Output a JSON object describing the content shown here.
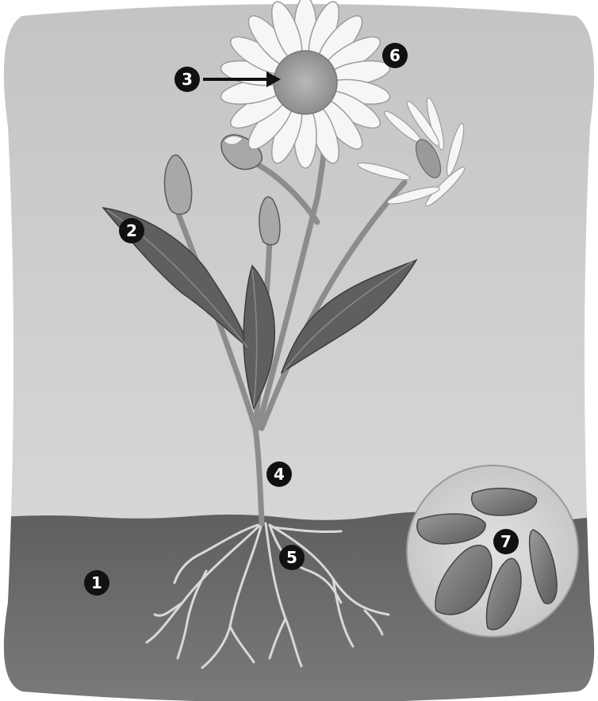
{
  "diagram": {
    "labels": [
      {
        "id": "soil",
        "number": "1"
      },
      {
        "id": "leaf",
        "number": "2"
      },
      {
        "id": "flower-center",
        "number": "3"
      },
      {
        "id": "stem",
        "number": "4"
      },
      {
        "id": "roots",
        "number": "5"
      },
      {
        "id": "flower-petals",
        "number": "6"
      },
      {
        "id": "seeds",
        "number": "7"
      }
    ]
  },
  "colors": {
    "sky": "#cfcfcf",
    "soil": "#6b6b6b",
    "stem": "#8a8a8a",
    "leaf": "#5e5e5e",
    "petal": "#f4f4f4",
    "badge": "#111111"
  }
}
